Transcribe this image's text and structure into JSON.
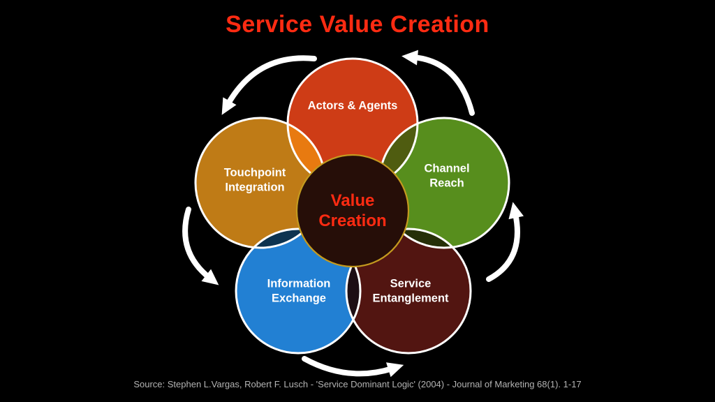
{
  "slide": {
    "title": "Service Value Creation",
    "source": "Source: Stephen L.Vargas, Robert F. Lusch - 'Service Dominant Logic' (2004) - Journal of Marketing 68(1). 1-17"
  },
  "colors": {
    "background": "#000000",
    "title_text": "#ff2b12",
    "arrow": "#ffffff",
    "circle_stroke": "#ffffff",
    "center_fill": "#260e08",
    "center_ring": "#c49a1f",
    "center_text": "#ff2b12",
    "source_text": "#b3b3b3"
  },
  "circles": {
    "actors": {
      "label": "Actors & Agents",
      "color": "#ce3c16"
    },
    "touchpoint": {
      "line1": "Touchpoint",
      "line2": "Integration",
      "color": "#bf7b16"
    },
    "channel": {
      "line1": "Channel",
      "line2": "Reach",
      "color": "#578e1d"
    },
    "information": {
      "line1": "Information",
      "line2": "Exchange",
      "color": "#2280d3"
    },
    "service": {
      "line1": "Service",
      "line2": "Entanglement",
      "color": "#521511"
    }
  },
  "overlaps": {
    "actors_touchpoint": "#e87a10",
    "actors_channel": "#4f5c10",
    "touchpoint_information": "#0d3350",
    "channel_service": "#252f08",
    "information_service": "#1d0e14"
  },
  "center": {
    "line1": "Value",
    "line2": "Creation"
  }
}
